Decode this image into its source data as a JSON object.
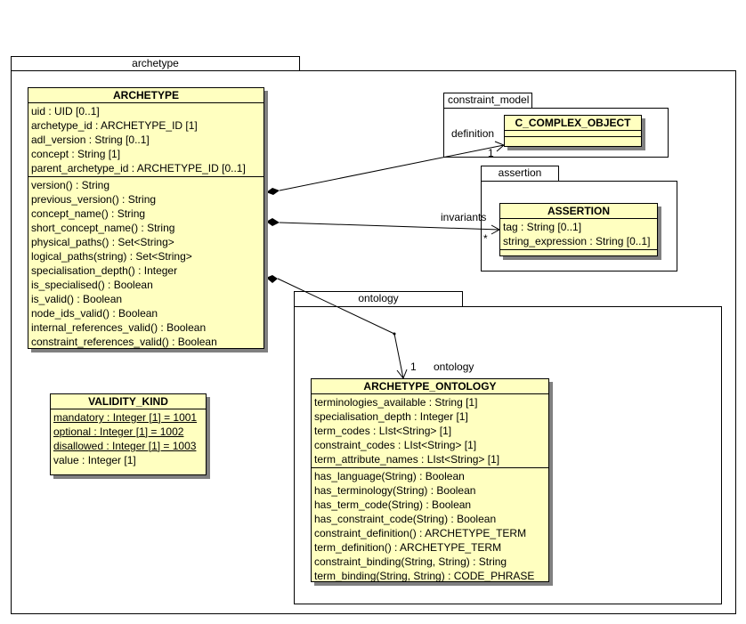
{
  "packages": {
    "archetype": "archetype",
    "constraint_model": "constraint_model",
    "assertion": "assertion",
    "ontology": "ontology"
  },
  "classes": {
    "archetype": {
      "name": "ARCHETYPE",
      "attributes": [
        "uid : UID [0..1]",
        "archetype_id : ARCHETYPE_ID [1]",
        "adl_version : String [0..1]",
        "concept : String [1]",
        "parent_archetype_id : ARCHETYPE_ID [0..1]"
      ],
      "operations": [
        "version() : String",
        "previous_version() : String",
        "concept_name() : String",
        "short_concept_name() : String",
        "physical_paths() : Set<String>",
        "logical_paths(string) : Set<String>",
        "specialisation_depth() : Integer",
        "is_specialised() : Boolean",
        "is_valid() : Boolean",
        "node_ids_valid() : Boolean",
        "internal_references_valid() : Boolean",
        "constraint_references_valid() : Boolean"
      ]
    },
    "c_complex_object": {
      "name": "C_COMPLEX_OBJECT"
    },
    "assertion": {
      "name": "ASSERTION",
      "attributes": [
        "tag : String [0..1]",
        "string_expression : String [0..1]"
      ]
    },
    "validity_kind": {
      "name": "VALIDITY_KIND",
      "attributes": [
        "mandatory : Integer [1] = 1001",
        "optional : Integer [1] = 1002",
        "disallowed : Integer [1] = 1003",
        "value : Integer [1]"
      ]
    },
    "archetype_ontology": {
      "name": "ARCHETYPE_ONTOLOGY",
      "attributes": [
        "terminologies_available : String [1]",
        "specialisation_depth : Integer [1]",
        "term_codes : LIst<String> [1]",
        "constraint_codes : LIst<String> [1]",
        "term_attribute_names : LIst<String> [1]"
      ],
      "operations": [
        "has_language(String) : Boolean",
        "has_terminology(String) : Boolean",
        "has_term_code(String) : Boolean",
        "has_constraint_code(String) : Boolean",
        "constraint_definition() : ARCHETYPE_TERM",
        "term_definition() : ARCHETYPE_TERM",
        "constraint_binding(String, String) : String",
        "term_binding(String, String) : CODE_PHRASE"
      ]
    }
  },
  "associations": {
    "definition": {
      "role": "definition",
      "multiplicity": "1"
    },
    "invariants": {
      "role": "invariants",
      "multiplicity": "*"
    },
    "ontology": {
      "role": "ontology",
      "multiplicity": "1"
    }
  }
}
